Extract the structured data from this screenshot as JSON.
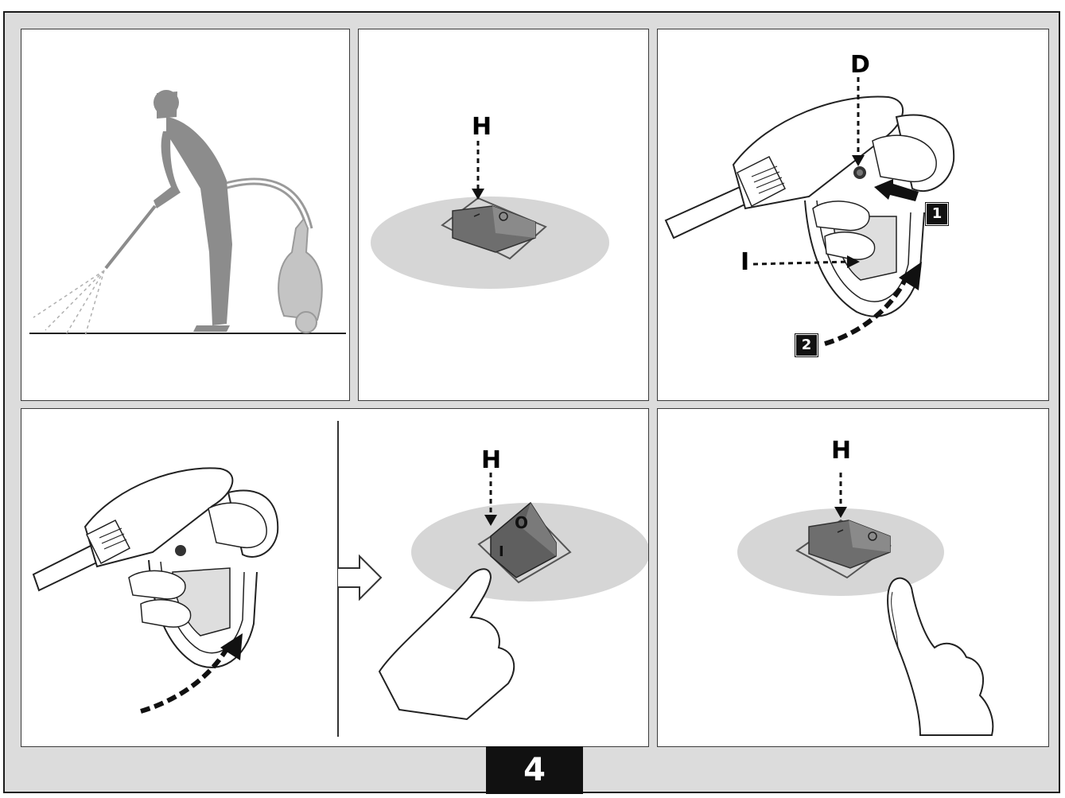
{
  "page_number": "4",
  "labels": {
    "switch": "H",
    "safety_lock": "D",
    "trigger": "I",
    "step_one": "1",
    "step_two": "2"
  },
  "switch_marks": {
    "off": "O",
    "on": "I"
  },
  "colors": {
    "background": "#dcdcdc",
    "panel": "#ffffff",
    "figure_gray": "#8c8c8c",
    "switch_gray": "#6e6e6e",
    "shadow": "#cfcfcf",
    "ink": "#111111"
  }
}
